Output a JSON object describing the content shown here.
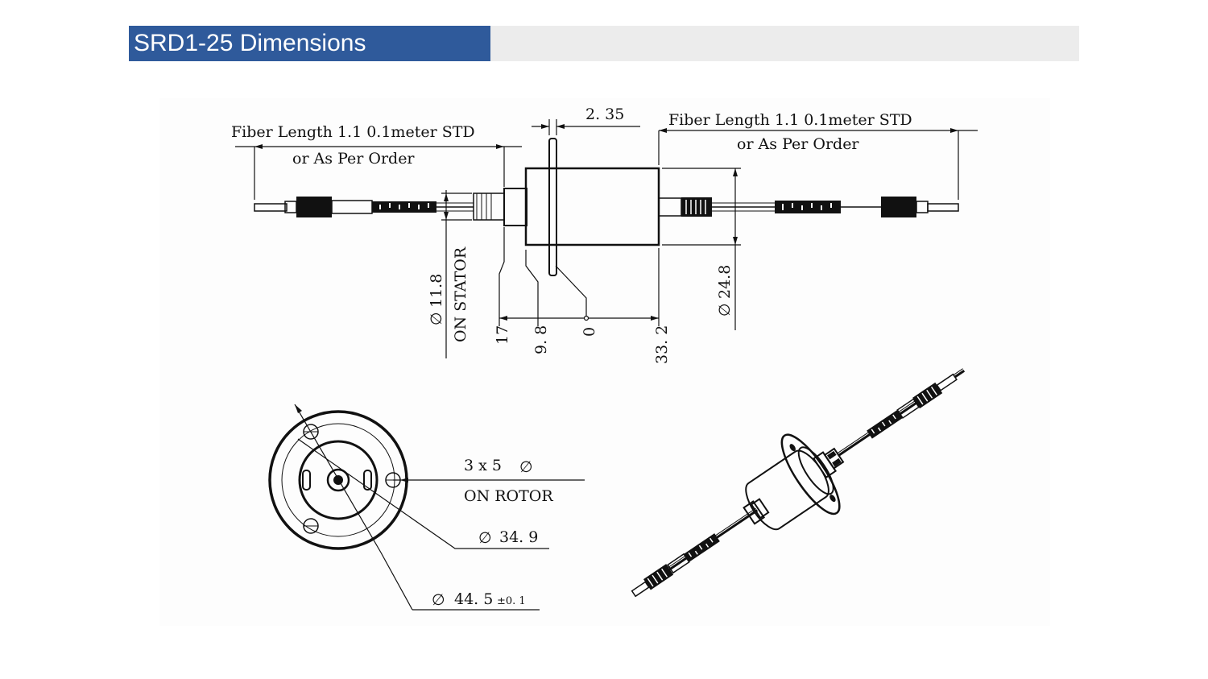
{
  "header": {
    "title": "SRD1-25 Dimensions",
    "accent_color": "#2f5a9b",
    "bar_color": "#ececec"
  },
  "side_view": {
    "fiber_left": {
      "line1": "Fiber Length 1.1 0.1meter STD",
      "line2": "or As Per Order"
    },
    "fiber_right": {
      "line1": "Fiber Length 1.1 0.1meter STD",
      "line2": "or As Per Order"
    },
    "flange_thickness": "2. 35",
    "stator_dia": "11.8",
    "stator_note": "ON STATOR",
    "body_dia": "24.8",
    "pos_17": "17",
    "pos_9_8": "9. 8",
    "pos_0": "0",
    "pos_33_2": "33. 2"
  },
  "end_view": {
    "holes": "3 x 5",
    "holes_note": "ON ROTOR",
    "bolt_circle": "34. 9",
    "flange_dia": "44. 5",
    "flange_tol": "±0. 1",
    "dia_symbol": "∅"
  }
}
